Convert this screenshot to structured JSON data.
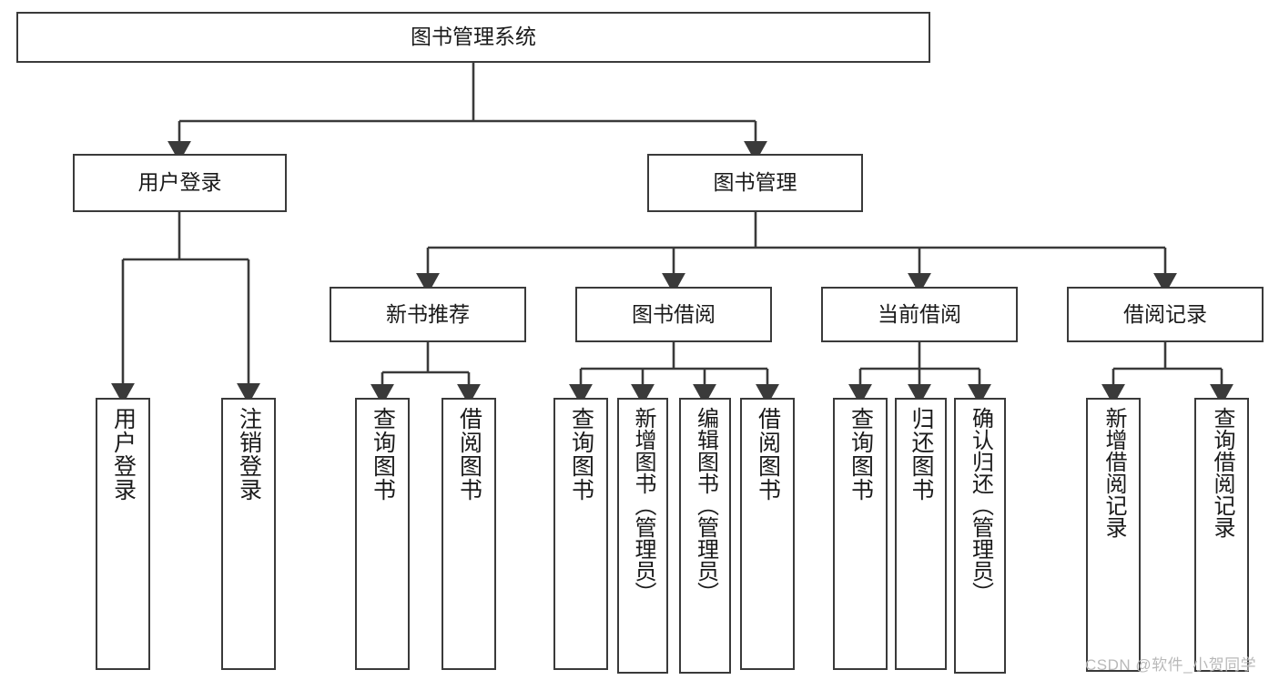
{
  "diagram": {
    "type": "tree-hierarchy",
    "title": "图书管理系统",
    "root": {
      "label": "图书管理系统"
    },
    "level2": [
      {
        "label": "用户登录"
      },
      {
        "label": "图书管理"
      }
    ],
    "level3": [
      {
        "label": "新书推荐"
      },
      {
        "label": "图书借阅"
      },
      {
        "label": "当前借阅"
      },
      {
        "label": "借阅记录"
      }
    ],
    "leaves": {
      "user_login": [
        {
          "label": "用户登录"
        },
        {
          "label": "注销登录"
        }
      ],
      "new_book_recommend": [
        {
          "label": "查询图书"
        },
        {
          "label": "借阅图书"
        }
      ],
      "book_borrow": [
        {
          "label": "查询图书"
        },
        {
          "label": "新增图书（管理员）"
        },
        {
          "label": "编辑图书（管理员）"
        },
        {
          "label": "借阅图书"
        }
      ],
      "current_borrow": [
        {
          "label": "查询图书"
        },
        {
          "label": "归还图书"
        },
        {
          "label": "确认归还（管理员）"
        }
      ],
      "borrow_record": [
        {
          "label": "新增借阅记录"
        },
        {
          "label": "查询借阅记录"
        }
      ]
    },
    "watermark": "CSDN @软件_小贺同学",
    "colors": {
      "stroke": "#3a3a3a",
      "background": "#ffffff",
      "text": "#1a1a1a",
      "watermark": "#b9b9b9"
    }
  }
}
